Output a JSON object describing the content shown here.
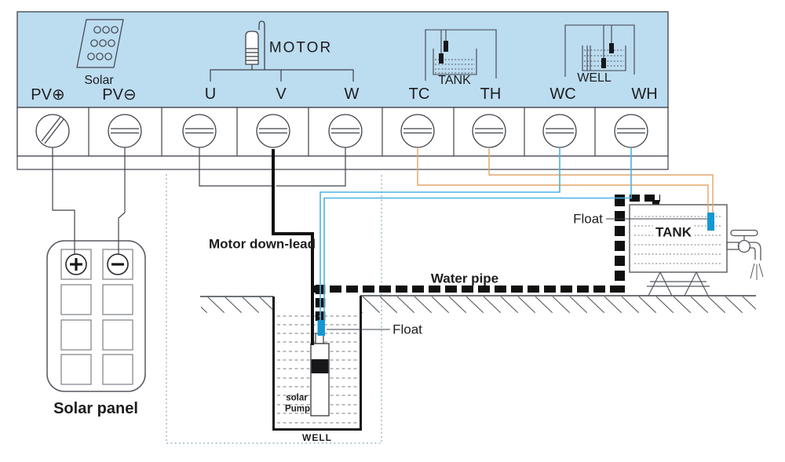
{
  "title": "Solar pump controller wiring diagram",
  "colors": {
    "header_band": "#bcdcf0",
    "wire_orange": "#e2a56a",
    "wire_blue": "#4ab3e3",
    "float_fill": "#1697d3",
    "line_dark": "#3f434b"
  },
  "terminals": {
    "pv_plus": "PV⊕",
    "pv_minus": "PV⊖",
    "u": "U",
    "v": "V",
    "w": "W",
    "tc": "TC",
    "th": "TH",
    "wc": "WC",
    "wh": "WH"
  },
  "band_icons": {
    "solar": "Solar",
    "motor": "MOTOR",
    "tank": "TANK",
    "well": "WELL"
  },
  "schematic": {
    "solar_panel": "Solar panel",
    "motor_down_lead": "Motor down-lead",
    "water_pipe": "Water pipe",
    "well_float": "Float",
    "tank_float": "Float",
    "tank": "TANK",
    "well": "WELL",
    "pump_line1": "solar",
    "pump_line2": "Pump"
  }
}
